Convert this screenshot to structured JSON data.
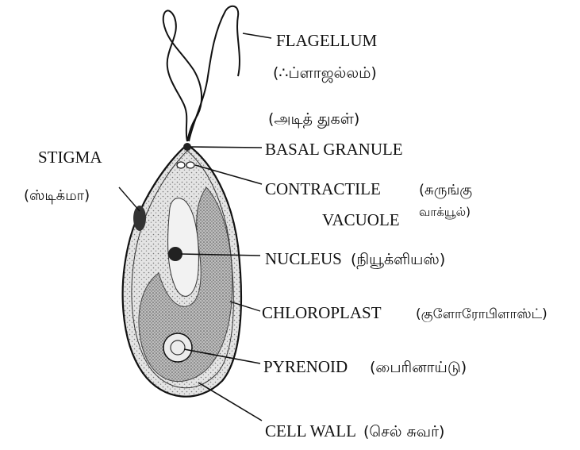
{
  "labels": {
    "flagellum": "FLAGELLUM",
    "flagellum_tamil": "(∴ப்ளாஜல்லம்)",
    "basal_tamil": "(அடித் துகள்)",
    "basal_granule": "BASAL GRANULE",
    "stigma": "STIGMA",
    "stigma_tamil": "(ஸ்டிக்மா)",
    "contractile": "CONTRACTILE",
    "contractile_tamil_1": "(சுருங்கு",
    "vacuole": "VACUOLE",
    "contractile_tamil_2": "வாக்யூல்)",
    "nucleus": "NUCLEUS",
    "nucleus_tamil": "(நியூக்ளியஸ்)",
    "chloroplast": "CHLOROPLAST",
    "chloroplast_tamil": "(குளோரோபிளாஸ்ட்)",
    "pyrenoid": "PYRENOID",
    "pyrenoid_tamil": "(பைரினாய்டு)",
    "cell_wall": "CELL WALL",
    "cell_wall_tamil": "(செல் சுவர்)"
  },
  "colors": {
    "ink": "#111111",
    "cell_fill": "#dcdcdc",
    "chloroplast_fill": "#b8b8b8",
    "background": "#ffffff"
  }
}
